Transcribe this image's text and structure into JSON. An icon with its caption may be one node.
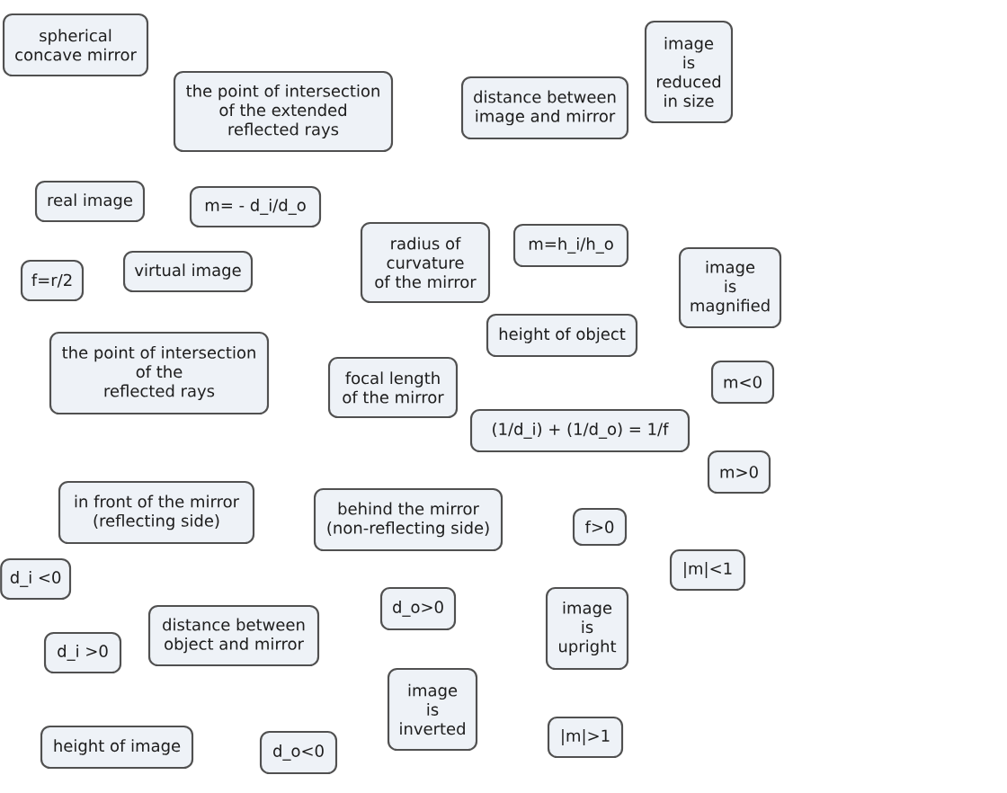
{
  "diagram": {
    "nodes": [
      {
        "text": [
          "spherical concave mirror"
        ]
      },
      {
        "text": [
          "the point of intersection of the extended reflected rays"
        ]
      },
      {
        "text": [
          "distance between image and mirror"
        ]
      },
      {
        "text": [
          "image is reduced in size"
        ]
      },
      {
        "text": [
          "real image"
        ]
      },
      {
        "text": [
          "m= - d_i/d_o"
        ]
      },
      {
        "text": [
          "radius of curvature of the mirror"
        ]
      },
      {
        "text": [
          "m=h_i/h_o"
        ]
      },
      {
        "text": [
          "f=r/2"
        ]
      },
      {
        "text": [
          "virtual image"
        ]
      },
      {
        "text": [
          "image is magnified"
        ]
      },
      {
        "text": [
          "the point of intersection of the reflected rays"
        ]
      },
      {
        "text": [
          "height of object"
        ]
      },
      {
        "text": [
          "focal length of the mirror"
        ]
      },
      {
        "text": [
          "m<0"
        ]
      },
      {
        "text": [
          "(1/d_i) + (1/d_o) = 1/f"
        ]
      },
      {
        "text": [
          "m>0"
        ]
      },
      {
        "text": [
          "in front of the mirror (reflecting side)"
        ]
      },
      {
        "text": [
          "behind the mirror (non-reflecting side)"
        ]
      },
      {
        "text": [
          "f>0"
        ]
      },
      {
        "text": [
          "|m|<1"
        ]
      },
      {
        "text": [
          "d_i <0"
        ]
      },
      {
        "text": [
          "d_o>0"
        ]
      },
      {
        "text": [
          "distance between object and mirror"
        ]
      },
      {
        "text": [
          "d_i >0"
        ]
      },
      {
        "text": [
          "image is upright"
        ]
      },
      {
        "text": [
          "image is inverted"
        ]
      },
      {
        "text": [
          "height of image"
        ]
      },
      {
        "text": [
          "d_o<0"
        ]
      },
      {
        "text": [
          "|m|>1"
        ]
      }
    ]
  }
}
